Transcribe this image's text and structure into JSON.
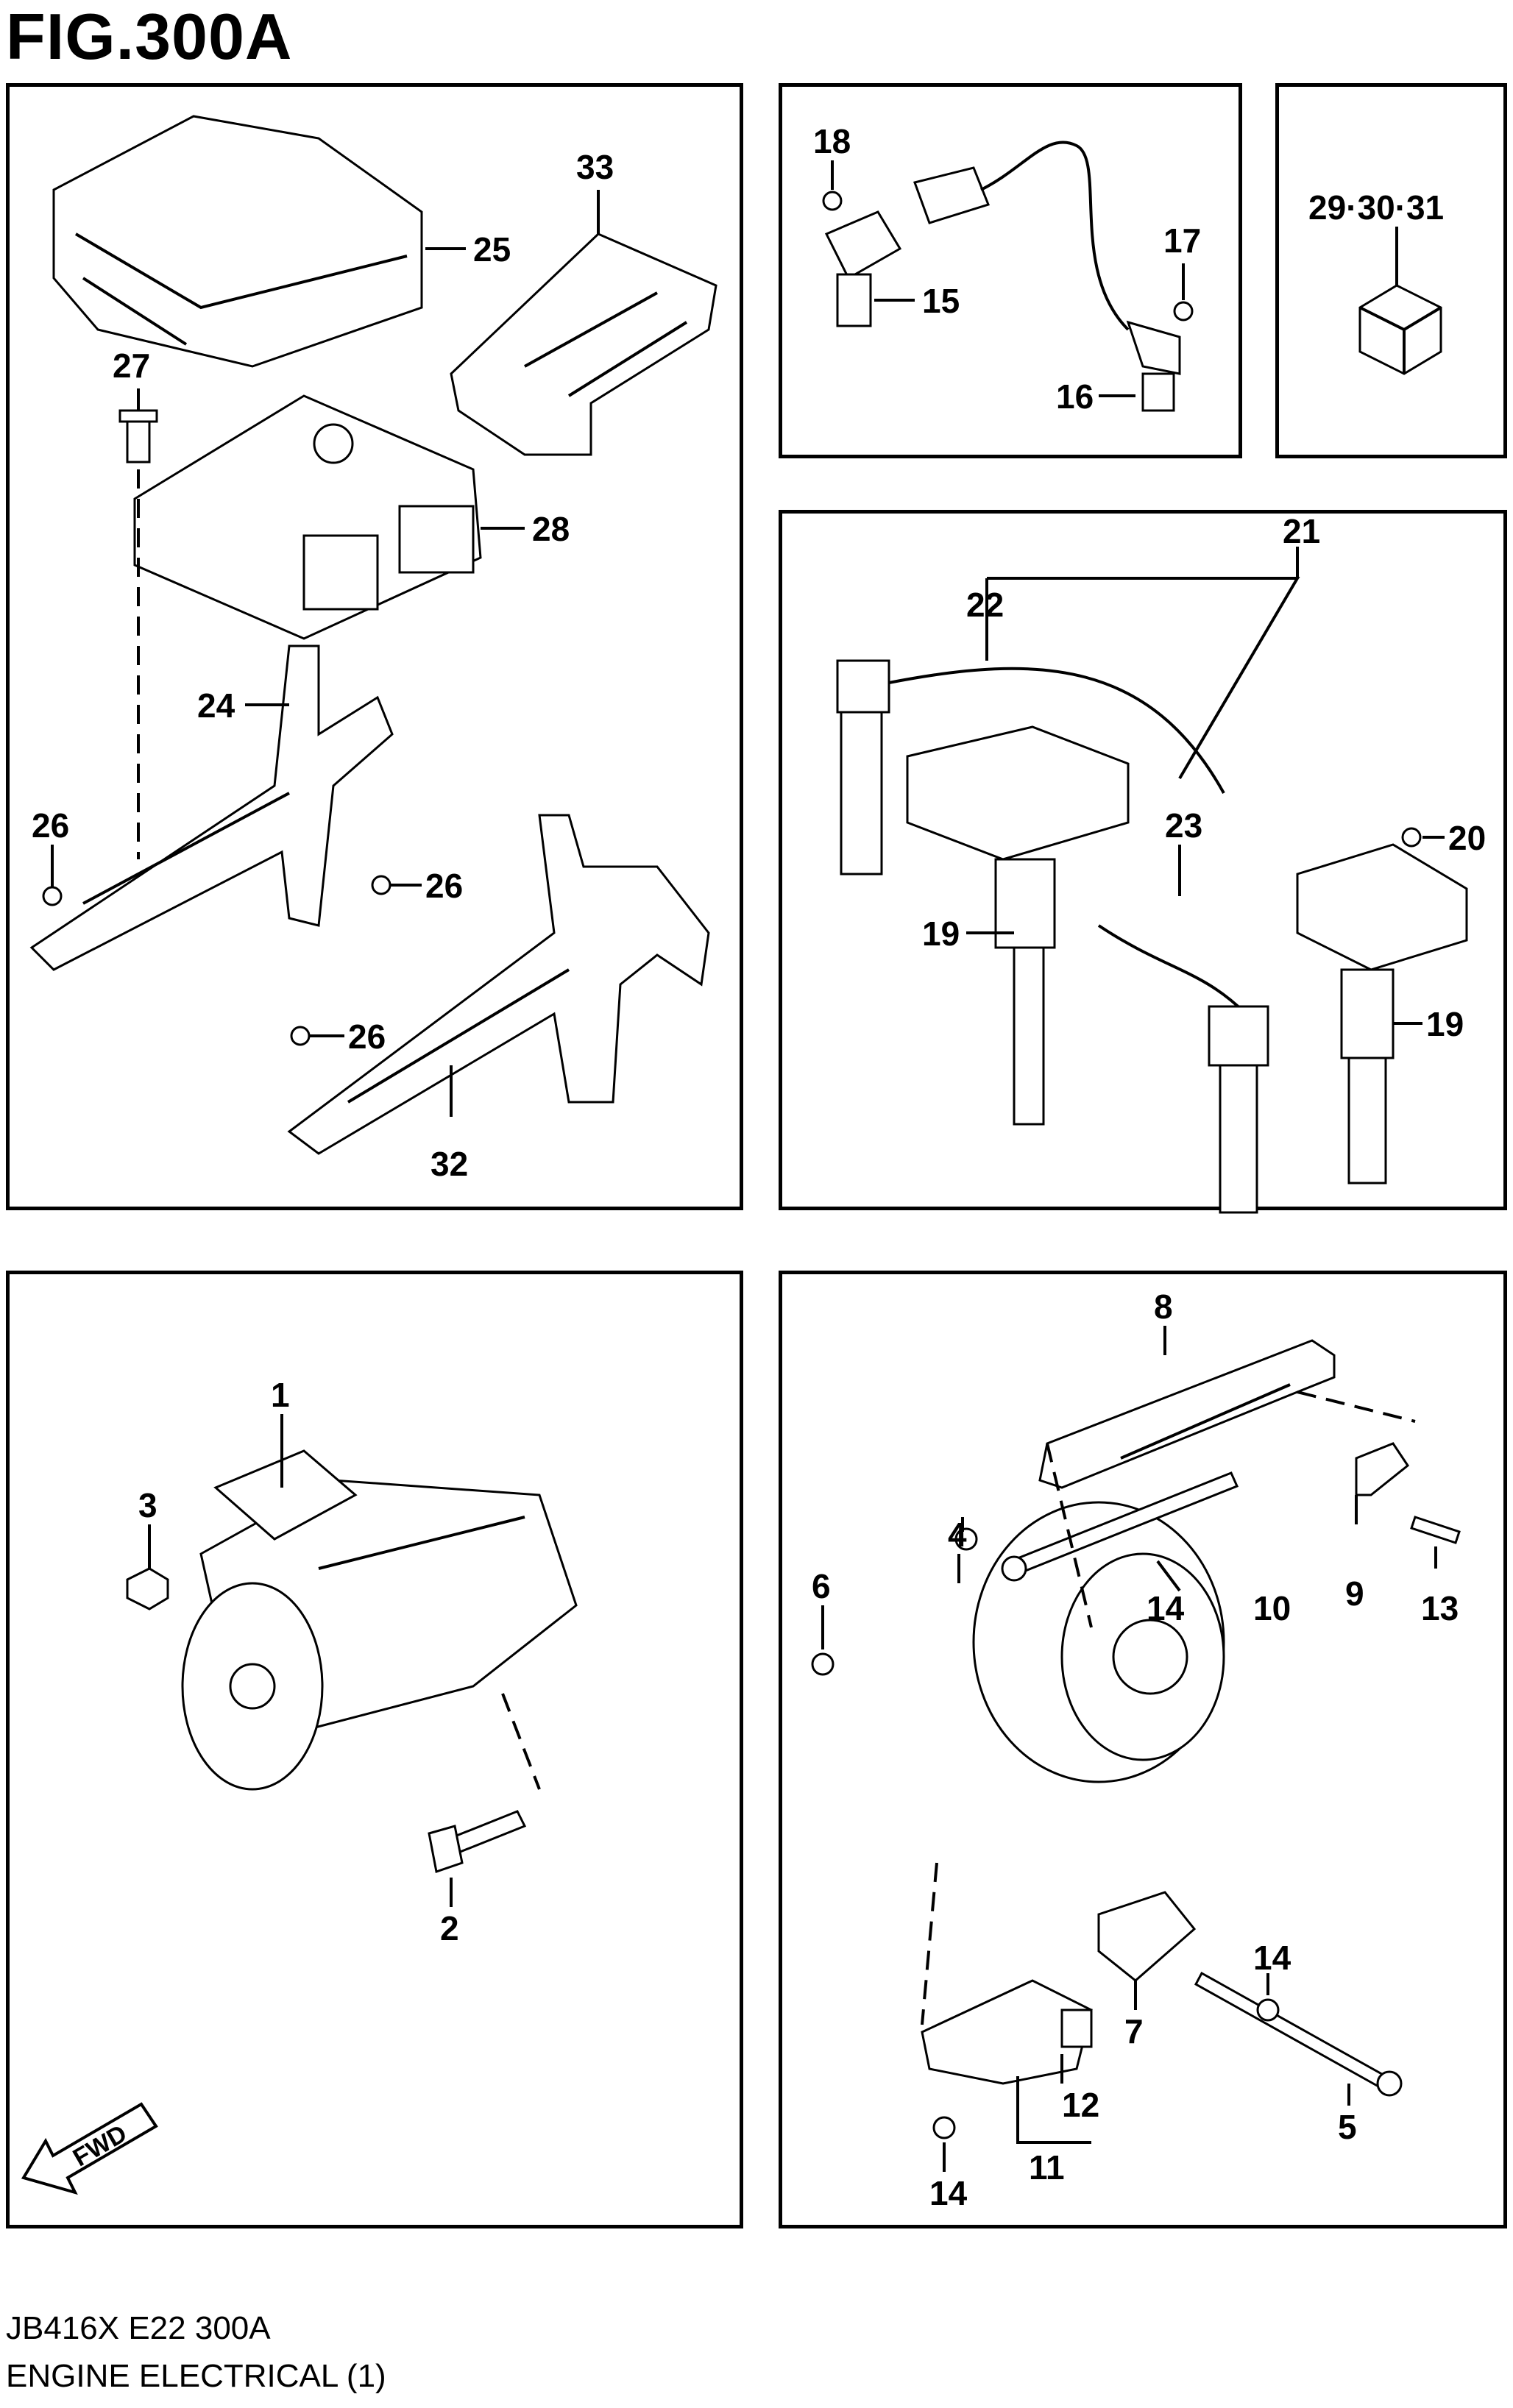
{
  "figure": {
    "title": "FIG.300A"
  },
  "panels": {
    "ecm": {
      "callouts": [
        "25",
        "33",
        "27",
        "28",
        "24",
        "26",
        "26",
        "26",
        "32"
      ]
    },
    "sensors": {
      "callouts": [
        "18",
        "17",
        "15",
        "16"
      ]
    },
    "relay": {
      "callouts": [
        "29·30·31"
      ]
    },
    "ignition": {
      "callouts": [
        "21",
        "22",
        "20",
        "23",
        "19",
        "19"
      ]
    },
    "starter": {
      "callouts": [
        "1",
        "3",
        "2"
      ]
    },
    "alternator": {
      "callouts": [
        "8",
        "6",
        "4",
        "14",
        "10",
        "9",
        "13",
        "14",
        "7",
        "5",
        "12",
        "14",
        "11"
      ]
    }
  },
  "fwd_label": "FWD",
  "footer": {
    "model_code": "JB416X E22 300A",
    "section": "ENGINE ELECTRICAL (1)"
  }
}
